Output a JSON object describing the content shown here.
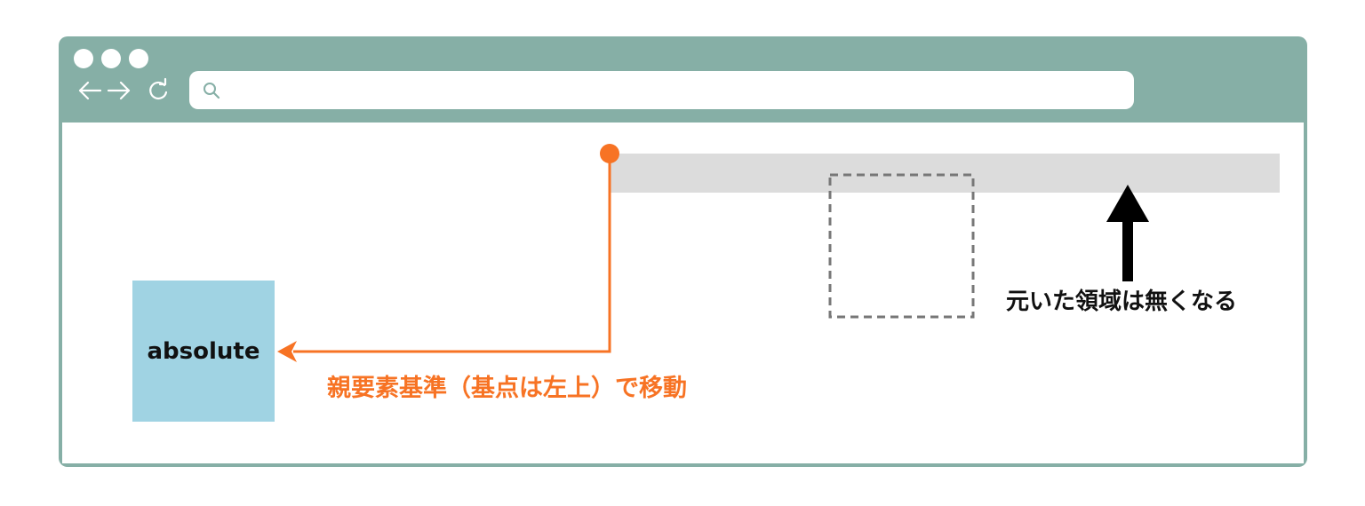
{
  "browser": {
    "frame_color": "#86afa6",
    "window_controls": [
      "window-dot",
      "window-dot",
      "window-dot"
    ],
    "nav_icons": [
      "back-arrow-icon",
      "forward-arrow-icon",
      "reload-icon"
    ],
    "address_bar": {
      "icon": "search-icon",
      "value": ""
    }
  },
  "diagram": {
    "absolute_box": {
      "label": "absolute",
      "color": "#a0d3e3"
    },
    "parent_bar": {
      "color": "#dcdcdc"
    },
    "origin_dot": {
      "color": "#f77324"
    },
    "arrow_caption": "親要素基準（基点は左上）で移動",
    "original_area_caption": "元いた領域は無くなる",
    "accent_color": "#f77324",
    "dashed_color": "#777777"
  }
}
